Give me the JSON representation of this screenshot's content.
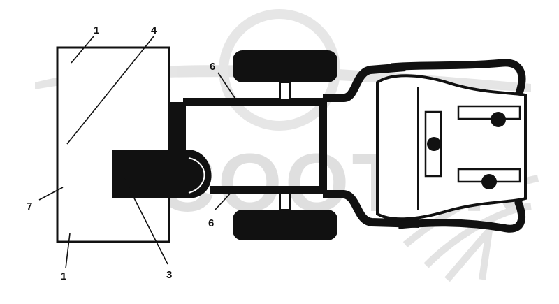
{
  "watermark": {
    "text": "SCOOTER"
  },
  "callouts": [
    "1",
    "4",
    "6",
    "7",
    "6",
    "1",
    "3"
  ],
  "colors": {
    "ink": "#111111",
    "paper": "#ffffff",
    "watermark": "#d9d9d9"
  }
}
